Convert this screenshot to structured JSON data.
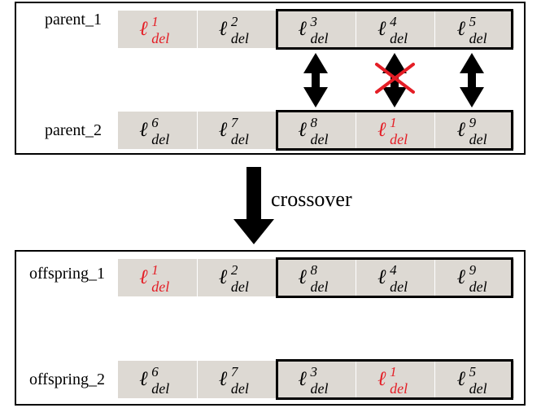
{
  "parent_1": {
    "label": "parent_1",
    "genes": [
      {
        "sup": "1",
        "sub": "del",
        "color": "#e41e26"
      },
      {
        "sup": "2",
        "sub": "del",
        "color": "#000000"
      },
      {
        "sup": "3",
        "sub": "del",
        "color": "#000000"
      },
      {
        "sup": "4",
        "sub": "del",
        "color": "#000000"
      },
      {
        "sup": "5",
        "sub": "del",
        "color": "#000000"
      }
    ]
  },
  "parent_2": {
    "label": "parent_2",
    "genes": [
      {
        "sup": "6",
        "sub": "del",
        "color": "#000000"
      },
      {
        "sup": "7",
        "sub": "del",
        "color": "#000000"
      },
      {
        "sup": "8",
        "sub": "del",
        "color": "#000000"
      },
      {
        "sup": "1",
        "sub": "del",
        "color": "#e41e26"
      },
      {
        "sup": "9",
        "sub": "del",
        "color": "#000000"
      }
    ]
  },
  "operation_label": "crossover",
  "offspring_1": {
    "label": "offspring_1",
    "genes": [
      {
        "sup": "1",
        "sub": "del",
        "color": "#e41e26"
      },
      {
        "sup": "2",
        "sub": "del",
        "color": "#000000"
      },
      {
        "sup": "8",
        "sub": "del",
        "color": "#000000"
      },
      {
        "sup": "4",
        "sub": "del",
        "color": "#000000"
      },
      {
        "sup": "9",
        "sub": "del",
        "color": "#000000"
      }
    ]
  },
  "offspring_2": {
    "label": "offspring_2",
    "genes": [
      {
        "sup": "6",
        "sub": "del",
        "color": "#000000"
      },
      {
        "sup": "7",
        "sub": "del",
        "color": "#000000"
      },
      {
        "sup": "3",
        "sub": "del",
        "color": "#000000"
      },
      {
        "sup": "1",
        "sub": "del",
        "color": "#e41e26"
      },
      {
        "sup": "5",
        "sub": "del",
        "color": "#000000"
      }
    ]
  },
  "swap_arrows": [
    {
      "blocked": false
    },
    {
      "blocked": true,
      "mark_color": "#e41e26"
    },
    {
      "blocked": false
    }
  ]
}
